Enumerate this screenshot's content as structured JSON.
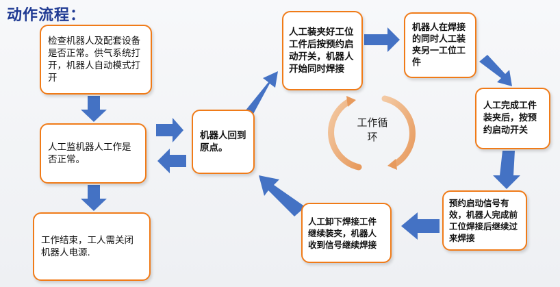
{
  "title": "动作流程：",
  "boxes": {
    "check": "检查机器人及配套设备是否正常。供气系统打开，机器人自动模式打开",
    "monitor": "人工监机器人工作是否正常。",
    "end": "工作结束，工人需关闭机器人电源.",
    "return_origin": "机器人回到原点。",
    "load_start": "人工装夹好工位工件后按预约启动开关，机器人开始同时焊接",
    "robot_weld": "机器人在焊接的同时人工装夹另一工位工件",
    "finish_load": "人工完成工件装夹后，按预约启动开关",
    "signal": "预约启动信号有效，机器人完成前工位焊接后继续过来焊接",
    "unload": "人工卸下焊接工件继续装夹，机器人收到信号继续焊接"
  },
  "cycle": {
    "label": "工作循环"
  },
  "colors": {
    "arrow": "#4472c4",
    "border": "#f07b18",
    "title": "#1f3a93"
  }
}
